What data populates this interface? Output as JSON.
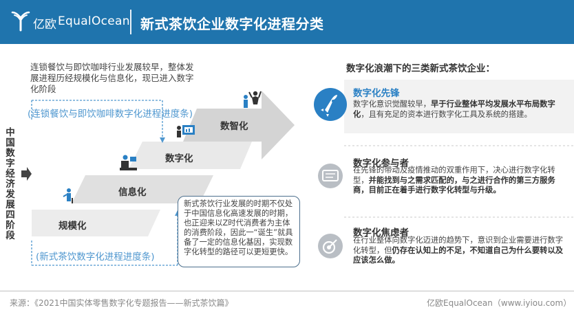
{
  "header": {
    "logo_cn": "亿欧",
    "logo_en": "EqualOcean",
    "title": "新式茶饮企业数字化进程分类"
  },
  "left": {
    "intro": "连锁餐饮与即饮咖啡行业发展较早，整体发展进程历经规模化与信息化，现已进入数字化阶段",
    "chain_progress_label": "(连锁餐饮与即饮咖啡数字化进程进度条)",
    "tea_progress_label": "(新式茶饮数字化进程进度条)",
    "vertical_label": "中国数字经济发展四阶段",
    "callout": "新式茶饮行业发展的时期不仅处于中国信息化高速发展的时期，也正迎来以Z时代消费者为主体的消费阶段，因此一“诞生”就具备了一定的信息化基因，实现数字化转型的路径可以更短更快。",
    "stages": [
      "规模化",
      "信息化",
      "数字化",
      "数智化"
    ]
  },
  "right": {
    "title": "数字化浪潮下的三类新式茶饮企业：",
    "cards": [
      {
        "title": "数字化先锋",
        "text_plain_1": "数字化意识觉醒较早，",
        "text_bold": "早于行业整体平均发展水平布局数字化",
        "text_plain_2": "，且有充足的资本进行数字化工具及系统的搭建。",
        "icon": "rocket-icon"
      },
      {
        "title": "数字化参与者",
        "text_plain_1": "在先锋的带动及疫情推动的双重作用下，决心进行数字化转型，",
        "text_bold": "并能找到与之需求匹配的，与之进行合作的第三方服务商，目前正在着手进行数字化转型与升级。",
        "text_plain_2": "",
        "icon": "screen-icon"
      },
      {
        "title": "数字化焦虑者",
        "text_plain_1": "在行业整体向数字化迈进的趋势下，意识到企业需要进行数字化转型，但",
        "text_bold": "仍存在认知上的不足，不知道自己为什么要转以及应该怎么做。",
        "text_plain_2": "",
        "icon": "target-icon"
      }
    ]
  },
  "footer": {
    "source": "来源：《2021中国实体零售数字化专题报告——新式茶饮篇》",
    "brand": "亿欧EqualOcean（www.iyiou.com）"
  },
  "colors": {
    "header_blue": "#1f74ad",
    "accent_blue": "#2a80c4",
    "light_blue_text": "#4f97cf",
    "grey_icon": "#b9bec4"
  }
}
